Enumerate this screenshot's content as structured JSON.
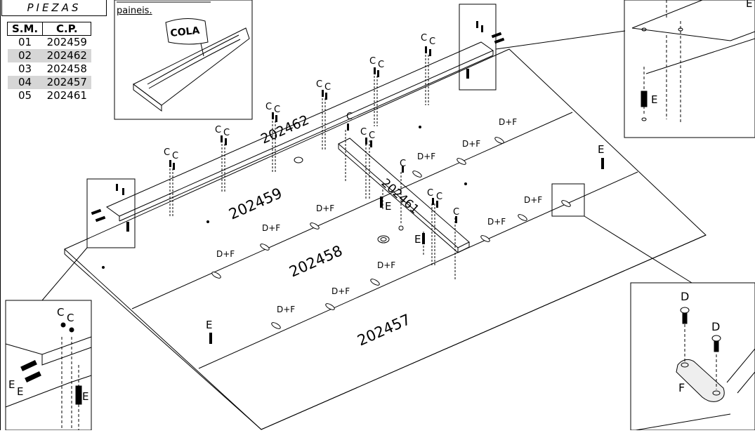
{
  "parts_box": {
    "title": "PIEZAS",
    "col_sm": "S.M.",
    "col_cp": "C.P.",
    "rows": [
      {
        "sm": "01",
        "cp": "202459"
      },
      {
        "sm": "02",
        "cp": "202462"
      },
      {
        "sm": "03",
        "cp": "202458"
      },
      {
        "sm": "04",
        "cp": "202457"
      },
      {
        "sm": "05",
        "cp": "202461"
      }
    ]
  },
  "glue_note": "paineis.",
  "glue_label": "COLA",
  "panels": {
    "p1": "202462",
    "p2": "202459",
    "p3": "202458",
    "p4": "202457",
    "p5": "202461"
  },
  "fittings": {
    "c": "C",
    "df": "D+F",
    "d": "D",
    "e": "E",
    "f": "F"
  }
}
